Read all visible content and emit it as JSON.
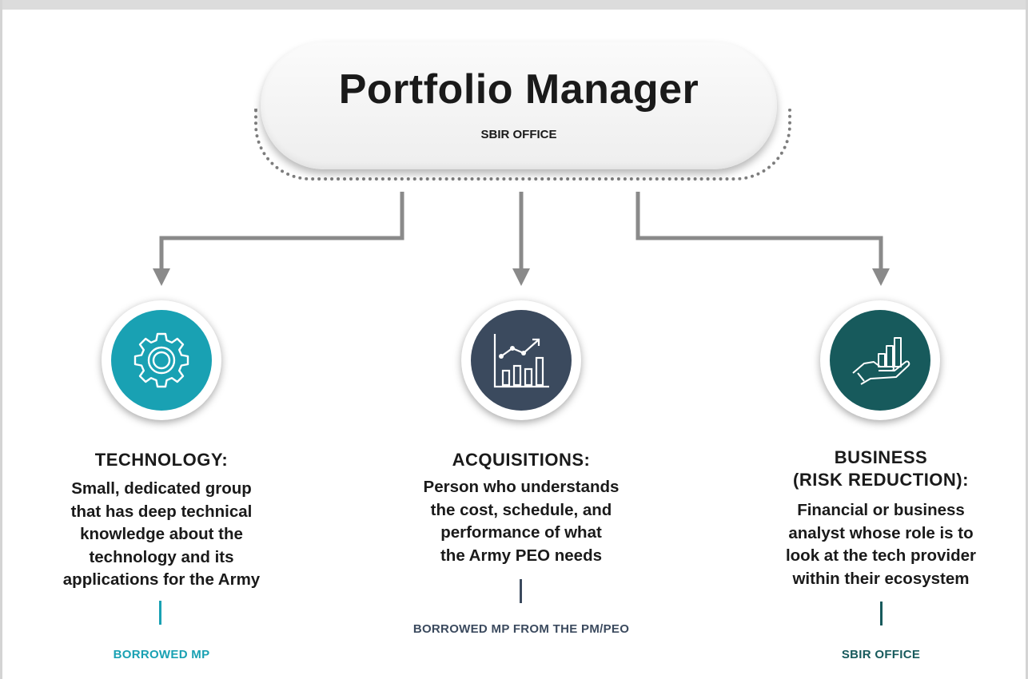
{
  "header": {
    "title": "Portfolio Manager",
    "subtitle": "SBIR OFFICE"
  },
  "columns": [
    {
      "title": "TECHNOLOGY:",
      "desc_lines": [
        "Small, dedicated group",
        "that has deep technical",
        "knowledge about the",
        "technology and its",
        "applications for the Army"
      ],
      "footer": "BORROWED MP",
      "icon": "gear-icon",
      "color": "#19a1b3"
    },
    {
      "title": "ACQUISITIONS:",
      "desc_lines": [
        "Person who understands",
        "the cost, schedule, and",
        "performance of what",
        "the Army PEO needs"
      ],
      "footer": "BORROWED MP FROM THE PM/PEO",
      "icon": "growth-chart-icon",
      "color": "#3b4a5e"
    },
    {
      "title_lines": [
        "BUSINESS",
        "(RISK REDUCTION):"
      ],
      "desc_lines": [
        "Financial or business",
        "analyst whose role is to",
        "look at the tech provider",
        "within their ecosystem"
      ],
      "footer": "SBIR OFFICE",
      "icon": "hand-bar-chart-icon",
      "color": "#175a5c"
    }
  ],
  "colors": {
    "connector": "#8a8a8a",
    "technology": "#19a1b3",
    "acquisitions": "#3b4a5e",
    "business": "#175a5c"
  }
}
